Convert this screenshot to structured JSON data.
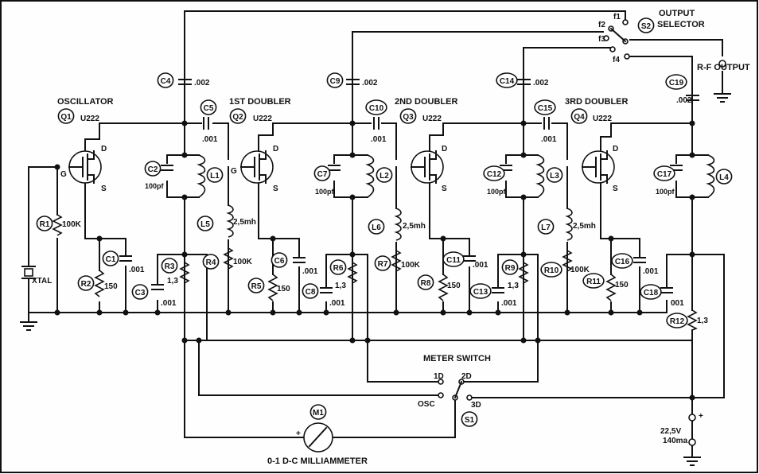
{
  "title": "",
  "stages": [
    {
      "name": "OSCILLATOR",
      "ref": "Q1",
      "type": "U222"
    },
    {
      "name": "1ST DOUBLER",
      "ref": "Q2",
      "type": "U222"
    },
    {
      "name": "2ND DOUBLER",
      "ref": "Q3",
      "type": "U222"
    },
    {
      "name": "3RD DOUBLER",
      "ref": "Q4",
      "type": "U222"
    }
  ],
  "pins": {
    "gate": "G",
    "drain": "D",
    "source": "S"
  },
  "components": {
    "C1": {
      "ref": "C1",
      "value": ".001"
    },
    "C2": {
      "ref": "C2",
      "value": "100pf"
    },
    "C3": {
      "ref": "C3",
      "value": ".001"
    },
    "C4": {
      "ref": "C4",
      "value": ".002"
    },
    "C5": {
      "ref": "C5",
      "value": ".001"
    },
    "C6": {
      "ref": "C6",
      "value": ".001"
    },
    "C7": {
      "ref": "C7",
      "value": "100pf"
    },
    "C8": {
      "ref": "C8",
      "value": ".001"
    },
    "C9": {
      "ref": "C9",
      "value": ".002"
    },
    "C10": {
      "ref": "C10",
      "value": ".001"
    },
    "C11": {
      "ref": "C11",
      "value": ".001"
    },
    "C12": {
      "ref": "C12",
      "value": "100pf"
    },
    "C13": {
      "ref": "C13",
      "value": ".001"
    },
    "C14": {
      "ref": "C14",
      "value": ".002"
    },
    "C15": {
      "ref": "C15",
      "value": ".001"
    },
    "C16": {
      "ref": "C16",
      "value": ".001"
    },
    "C17": {
      "ref": "C17",
      "value": "100pf"
    },
    "C18": {
      "ref": "C18",
      "value": "001"
    },
    "C19": {
      "ref": "C19",
      "value": ".002"
    },
    "R1": {
      "ref": "R1",
      "value": "100K"
    },
    "R2": {
      "ref": "R2",
      "value": "150"
    },
    "R3": {
      "ref": "R3",
      "value": "1,3"
    },
    "R4": {
      "ref": "R4",
      "value": "100K"
    },
    "R5": {
      "ref": "R5",
      "value": "150"
    },
    "R6": {
      "ref": "R6",
      "value": "1,3"
    },
    "R7": {
      "ref": "R7",
      "value": "100K"
    },
    "R8": {
      "ref": "R8",
      "value": "150"
    },
    "R9": {
      "ref": "R9",
      "value": "1,3"
    },
    "R10": {
      "ref": "R10",
      "value": "100K"
    },
    "R11": {
      "ref": "R11",
      "value": "150"
    },
    "R12": {
      "ref": "R12",
      "value": "1,3"
    },
    "L1": {
      "ref": "L1",
      "value": ""
    },
    "L2": {
      "ref": "L2",
      "value": ""
    },
    "L3": {
      "ref": "L3",
      "value": ""
    },
    "L4": {
      "ref": "L4",
      "value": ""
    },
    "L5": {
      "ref": "L5",
      "value": "2,5mh"
    },
    "L6": {
      "ref": "L6",
      "value": "2,5mh"
    },
    "L7": {
      "ref": "L7",
      "value": "2,5mh"
    },
    "M1": {
      "ref": "M1",
      "value": "0-1 D-C MILLIAMMETER"
    },
    "S1": {
      "ref": "S1",
      "value": "METER SWITCH"
    },
    "S2": {
      "ref": "S2",
      "value": "OUTPUT SELECTOR"
    },
    "XTAL": {
      "ref": "XTAL",
      "value": ""
    }
  },
  "switch_positions": {
    "s2": [
      "f1",
      "f2",
      "f3",
      "f4"
    ],
    "s1": [
      "OSC",
      "1D",
      "2D",
      "3D"
    ]
  },
  "labels": {
    "output_selector_line1": "OUTPUT",
    "output_selector_line2": "SELECTOR",
    "rf_output": "R-F  OUTPUT",
    "meter_switch": "METER SWITCH",
    "supply_voltage": "22,5V",
    "supply_current": "140ma",
    "meter_caption": "0-1  D-C  MILLIAMMETER",
    "plus": "+"
  }
}
